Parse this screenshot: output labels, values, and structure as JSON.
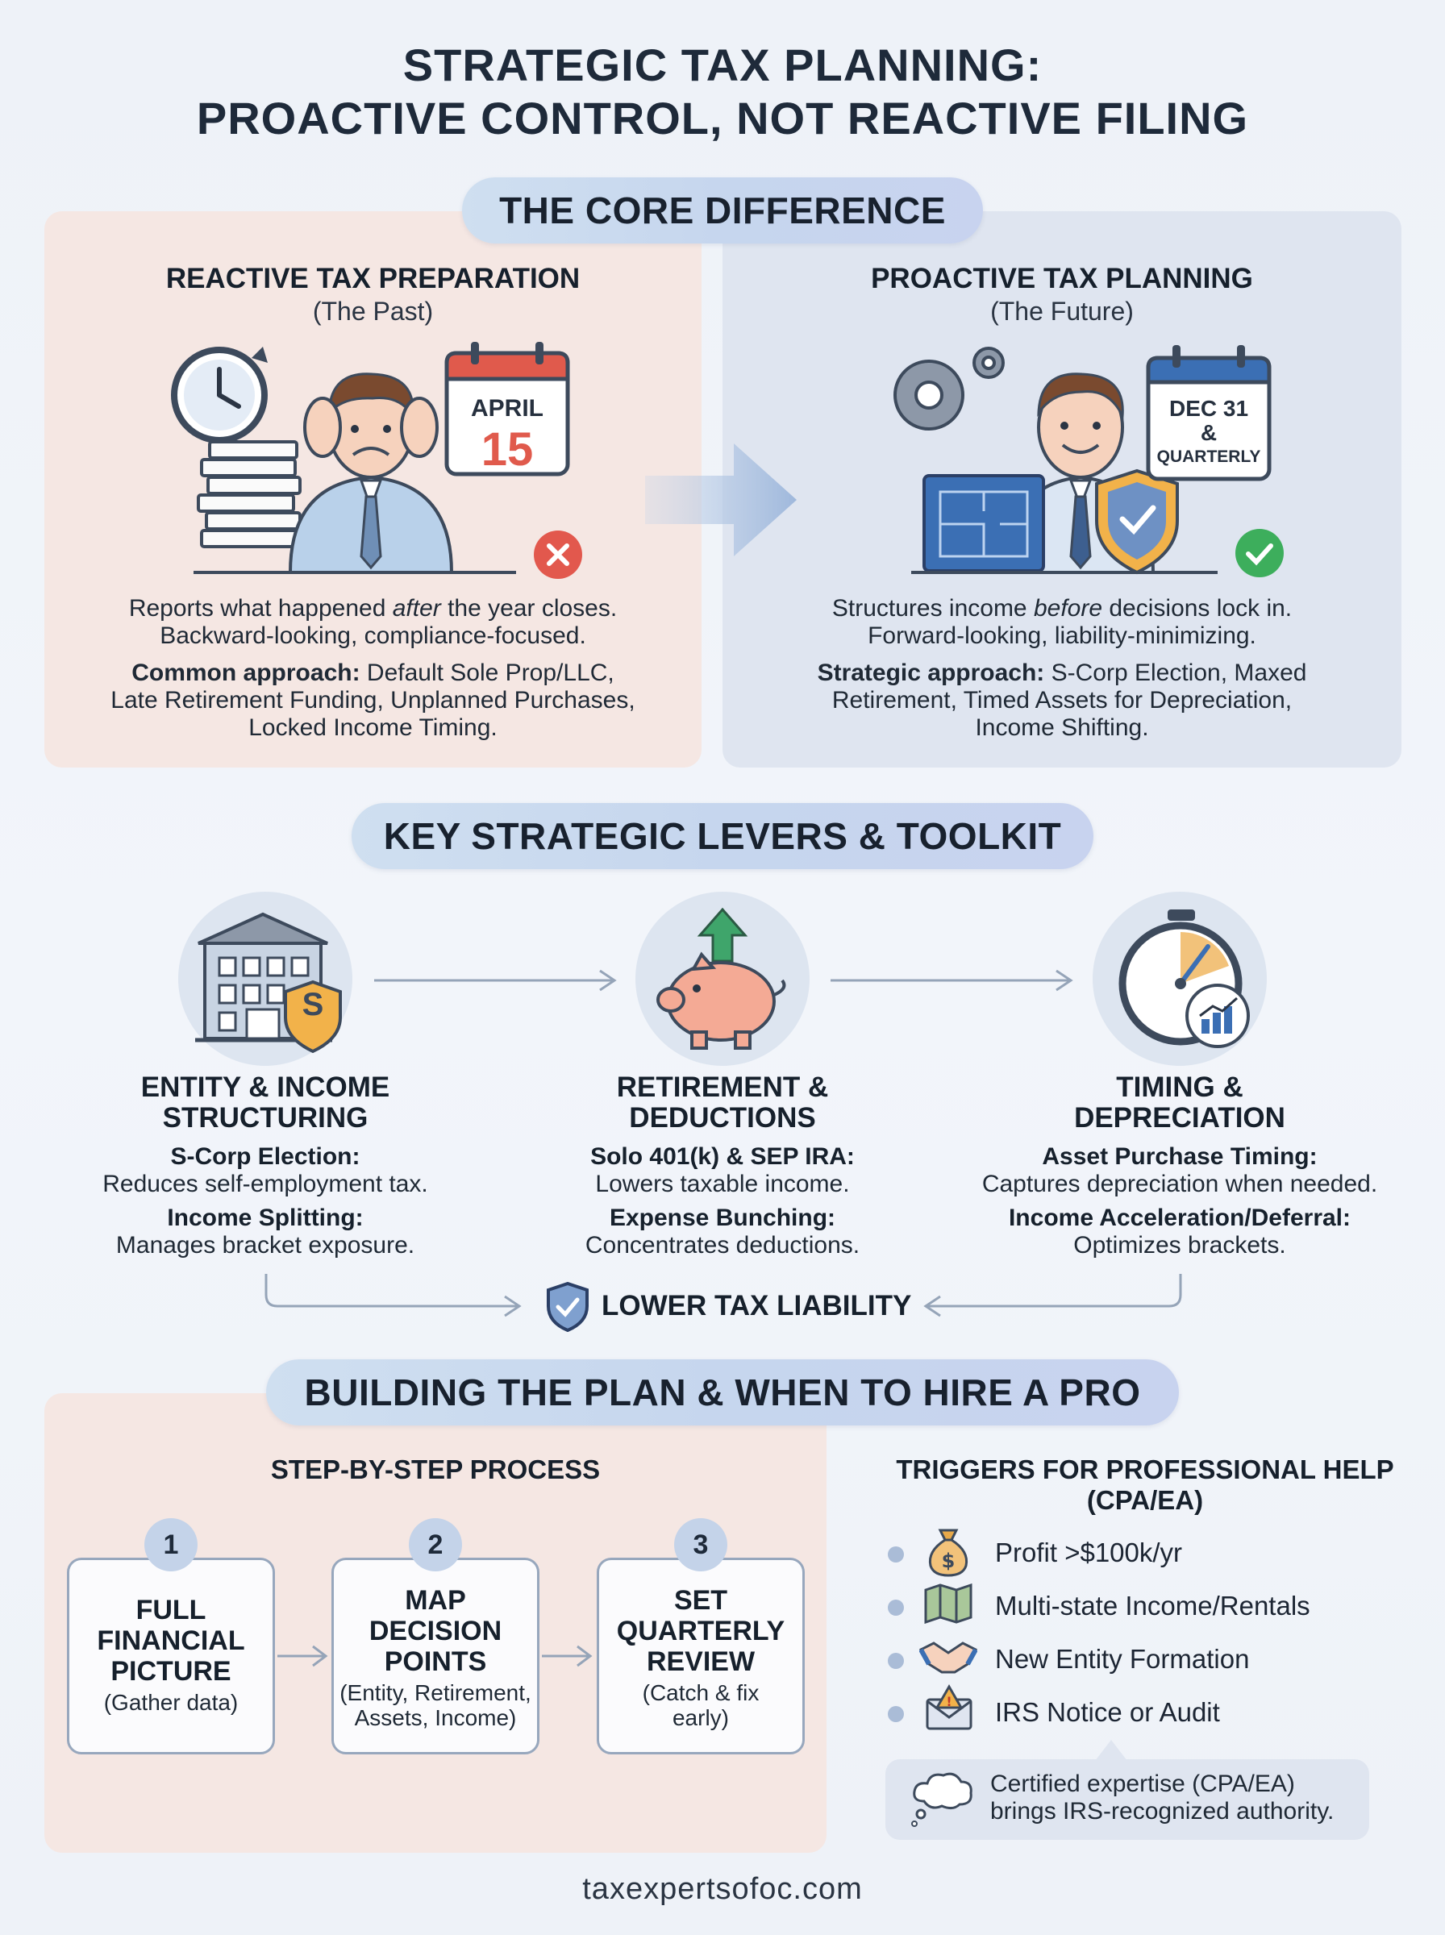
{
  "title": {
    "line1": "STRATEGIC TAX PLANNING:",
    "line2": "PROACTIVE CONTROL, NOT REACTIVE FILING"
  },
  "core": {
    "heading": "THE CORE DIFFERENCE",
    "reactive": {
      "title": "REACTIVE TAX PREPARATION",
      "subtitle": "(The Past)",
      "calendar_month": "APRIL",
      "calendar_day": "15",
      "line1_a": "Reports what happened ",
      "line1_em": "after",
      "line1_b": " the year closes.",
      "line2": "Backward-looking, compliance-focused.",
      "approach_label": "Common approach:",
      "approach_text": " Default Sole Prop/LLC,",
      "approach_line2": "Late Retirement Funding, Unplanned Purchases,",
      "approach_line3": "Locked Income Timing."
    },
    "proactive": {
      "title": "PROACTIVE TAX PLANNING",
      "subtitle": "(The Future)",
      "calendar_line1": "DEC 31",
      "calendar_line2": "&",
      "calendar_line3": "QUARTERLY",
      "line1_a": "Structures income ",
      "line1_em": "before",
      "line1_b": " decisions lock in.",
      "line2": "Forward-looking, liability-minimizing.",
      "approach_label": "Strategic approach:",
      "approach_text": " S-Corp Election, Maxed",
      "approach_line2": "Retirement, Timed Assets for Depreciation,",
      "approach_line3": "Income Shifting."
    }
  },
  "levers": {
    "heading": "KEY STRATEGIC LEVERS & TOOLKIT",
    "items": [
      {
        "title1": "ENTITY & INCOME",
        "title2": "STRUCTURING",
        "head1": "S-Corp Election:",
        "desc1": "Reduces self-employment tax.",
        "head2": "Income Splitting:",
        "desc2": "Manages bracket exposure.",
        "badge": "S"
      },
      {
        "title1": "RETIREMENT &",
        "title2": "DEDUCTIONS",
        "head1": "Solo 401(k) & SEP IRA:",
        "desc1": "Lowers taxable income.",
        "head2": "Expense Bunching:",
        "desc2": "Concentrates deductions."
      },
      {
        "title1": "TIMING &",
        "title2": "DEPRECIATION",
        "head1": "Asset Purchase Timing:",
        "desc1": "Captures depreciation when needed.",
        "head2": "Income Acceleration/Deferral:",
        "desc2": "Optimizes brackets."
      }
    ],
    "result": "LOWER TAX LIABILITY"
  },
  "plan": {
    "heading": "BUILDING THE PLAN & WHEN TO HIRE A PRO",
    "steps_heading": "STEP-BY-STEP PROCESS",
    "steps": [
      {
        "num": "1",
        "title": [
          "FULL",
          "FINANCIAL",
          "PICTURE"
        ],
        "sub": [
          "(Gather data)"
        ]
      },
      {
        "num": "2",
        "title": [
          "MAP",
          "DECISION",
          "POINTS"
        ],
        "sub": [
          "(Entity, Retirement,",
          "Assets, Income)"
        ]
      },
      {
        "num": "3",
        "title": [
          "SET",
          "QUARTERLY",
          "REVIEW"
        ],
        "sub": [
          "(Catch & fix",
          "early)"
        ]
      }
    ],
    "triggers_heading1": "TRIGGERS FOR PROFESSIONAL HELP",
    "triggers_heading2": "(CPA/EA)",
    "triggers": [
      {
        "icon": "money-bag-icon",
        "text": "Profit >$100k/yr"
      },
      {
        "icon": "map-icon",
        "text": "Multi-state Income/Rentals"
      },
      {
        "icon": "handshake-icon",
        "text": "New Entity Formation"
      },
      {
        "icon": "warning-envelope-icon",
        "text": "IRS Notice or Audit"
      }
    ],
    "callout_line1": "Certified expertise (CPA/EA)",
    "callout_line2": "brings IRS-recognized authority."
  },
  "footer": "taxexpertsofoc.com",
  "colors": {
    "pill": "#c8d8ee",
    "panel_warm": "#f5e7e3",
    "panel_cool": "#dfe5f0",
    "error_red": "#e2584d",
    "success_green": "#3dae5c",
    "accent_blue": "#3b6fb4"
  }
}
